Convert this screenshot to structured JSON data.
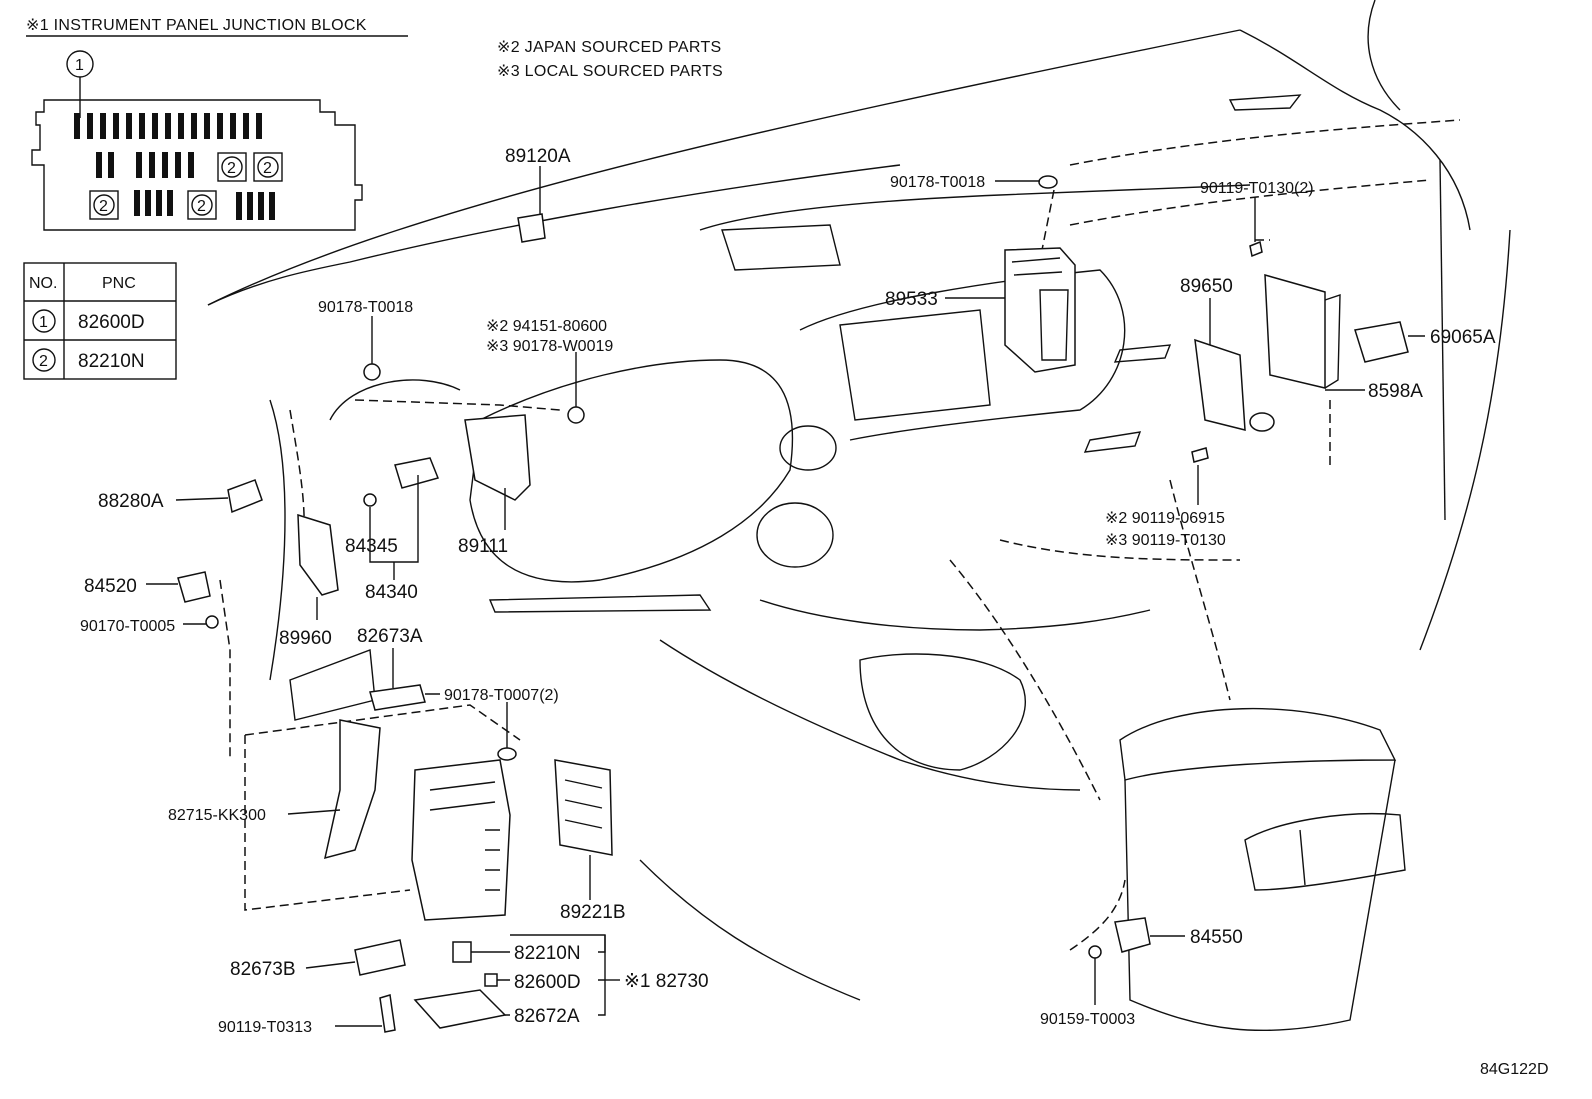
{
  "notes": {
    "junction_block": "※1 INSTRUMENT PANEL JUNCTION BLOCK",
    "japan": "※2 JAPAN SOURCED PARTS",
    "local": "※3 LOCAL SOURCED PARTS"
  },
  "inset": {
    "callout_1": "1",
    "fuse_2a": "2",
    "fuse_2b": "2",
    "fuse_2c": "2",
    "fuse_2d": "2"
  },
  "table": {
    "col_no": "NO.",
    "col_pnc": "PNC",
    "rows": [
      {
        "no": "1",
        "pnc": "82600D"
      },
      {
        "no": "2",
        "pnc": "82210N"
      }
    ]
  },
  "labels": {
    "p89120A": "89120A",
    "p90178_T0018_top": "90178-T0018",
    "p90119_T0130_2": "90119-T0130(2)",
    "p89533": "89533",
    "p89650": "89650",
    "p69065A": "69065A",
    "p8598A": "8598A",
    "p90178_T0018_left": "90178-T0018",
    "p94151": "※2 94151-80600",
    "p90178_W0019": "※3 90178-W0019",
    "p88280A": "88280A",
    "p84345": "84345",
    "p89111": "89111",
    "p84340": "84340",
    "p84520": "84520",
    "p90170_T0005": "90170-T0005",
    "p89960": "89960",
    "p82673A": "82673A",
    "p90178_T0007": "90178-T0007(2)",
    "p90119_06915": "※2 90119-06915",
    "p90119_T0130": "※3 90119-T0130",
    "p82715": "82715-KK300",
    "p89221B": "89221B",
    "p82210N": "82210N",
    "p82600D": "82600D",
    "p82672A": "82672A",
    "p82730": "※1 82730",
    "p82673B": "82673B",
    "p90119_T0313": "90119-T0313",
    "p84550": "84550",
    "p90159_T0003": "90159-T0003",
    "diagram_id": "84G122D"
  }
}
